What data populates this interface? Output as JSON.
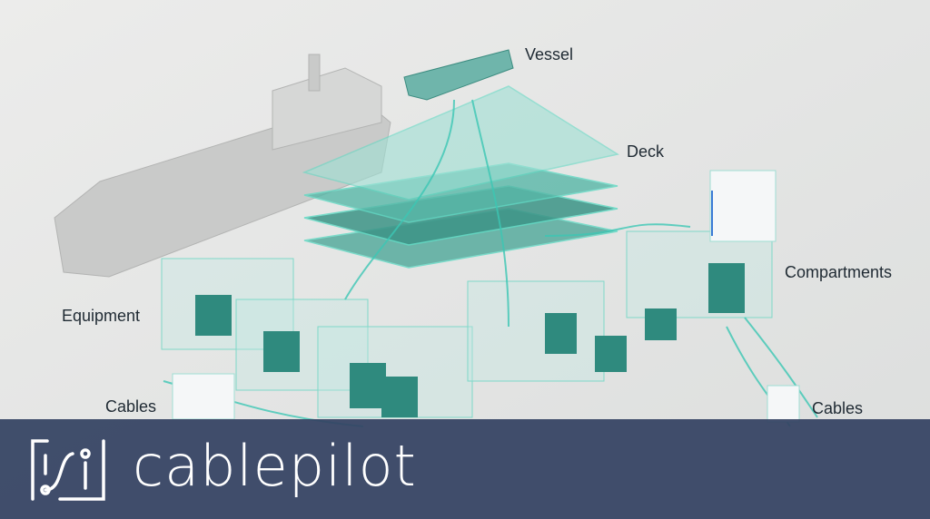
{
  "labels": {
    "vessel": "Vessel",
    "deck": "Deck",
    "compartments": "Compartments",
    "equipment": "Equipment",
    "cables_left": "Cables",
    "cables_right": "Cables"
  },
  "brand": {
    "name": "cablepilot"
  },
  "colors": {
    "banner": "#344262",
    "accent": "#3cc7b4",
    "background": "#e6e7e6"
  }
}
